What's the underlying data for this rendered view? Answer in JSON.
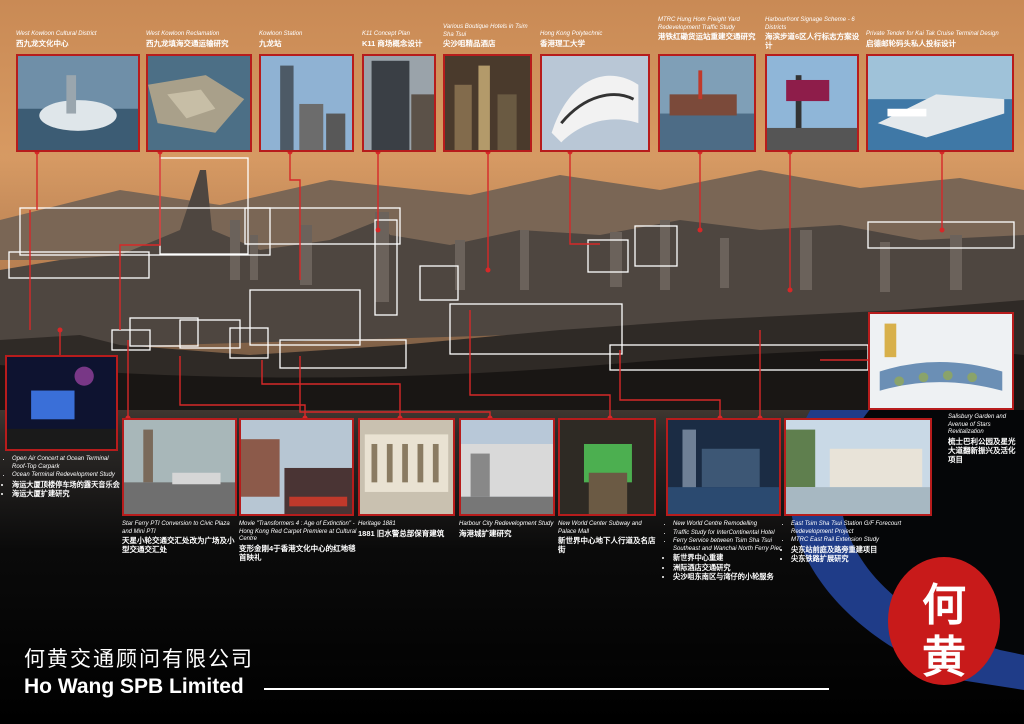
{
  "company": {
    "name_zh": "何黄交通顾问有限公司",
    "name_en": "Ho Wang SPB Limited",
    "seal_chars": [
      "何",
      "黄"
    ]
  },
  "top_projects": [
    {
      "en": "West Kowloon Cultural District",
      "zh": "西九龙文化中心"
    },
    {
      "en": "West Kowloon Reclamation",
      "zh": "西九龙填海交通运输研究"
    },
    {
      "en": "Kowloon Station",
      "zh": "九龙站"
    },
    {
      "en": "K11 Concept Plan",
      "zh": "K11 商场概念设计"
    },
    {
      "en": "Various Boutique Hotels in Tsim Sha Tsui",
      "zh": "尖沙咀精品酒店"
    },
    {
      "en": "Hong Kong Polytechnic",
      "zh": "香港理工大学"
    },
    {
      "en": "MTRC Hung Hom Freight Yard Redevelopment Traffic Study",
      "zh": "港铁红磡货运站重建交通研究"
    },
    {
      "en": "Harbourfront Signage Scheme - 6 Districts",
      "zh": "海滨步道6区人行标志方案设计"
    },
    {
      "en": "Private Tender for Kai Tak Cruise Terminal Design",
      "zh": "启德邮轮码头私人投标设计"
    }
  ],
  "ocean_terminal": {
    "en_items": [
      "Open Air Concert at Ocean Terminal Roof-Top Carpark",
      "Ocean Terminal Redevelopment Study"
    ],
    "zh_items": [
      "海运大厦顶楼停车场的露天音乐会",
      "海运大厦扩建研究"
    ]
  },
  "bottom_projects": [
    {
      "en": "Star Ferry PTI Conversion to Civic Plaza and Mini PTI",
      "zh": "天星小轮交通交汇处改为广场及小型交通交汇处"
    },
    {
      "en": "Movie \"Transformers 4 : Age of Extinction\" - Hong Kong Red Carpet Premiere at Cultural Centre",
      "zh": "变形金刚4于香港文化中心的红地毯首映礼"
    },
    {
      "en": "Heritage 1881",
      "zh": "1881 旧水警总部保育建筑"
    },
    {
      "en": "Harbour City Redevelopment Study",
      "zh": "海港城扩建研究"
    },
    {
      "en": "New World Center Subway and Palace Mall",
      "zh": "新世界中心地下人行道及名店街"
    }
  ],
  "new_world": {
    "en_items": [
      "New World Centre Remodelling",
      "Traffic Study for InterContinental Hotel",
      "Ferry Service between Tsim Sha Tsui Southeast and Wanchai North Ferry Pier"
    ],
    "zh_items": [
      "新世界中心重建",
      "洲际酒店交通研究",
      "尖沙咀东南区与湾仔的小轮服务"
    ]
  },
  "east_tst": {
    "en_items": [
      "East Tsim Sha Tsui Station G/F Forecourt Redevelopment Project",
      "MTRC East Rail Extension Study"
    ],
    "zh_items": [
      "尖东站前庭及路旁重建项目",
      "尖东铁路扩展研究"
    ]
  },
  "salisbury": {
    "en": "Salisbury Garden and Avenue of Stars Revitalization",
    "zh": "梳士巴利公园及星光大道翻新振兴及活化项目"
  },
  "colors": {
    "frame_red": "#b71c1c",
    "seal_red": "#c81a1a",
    "navy_swirl": "#1f3c88"
  }
}
